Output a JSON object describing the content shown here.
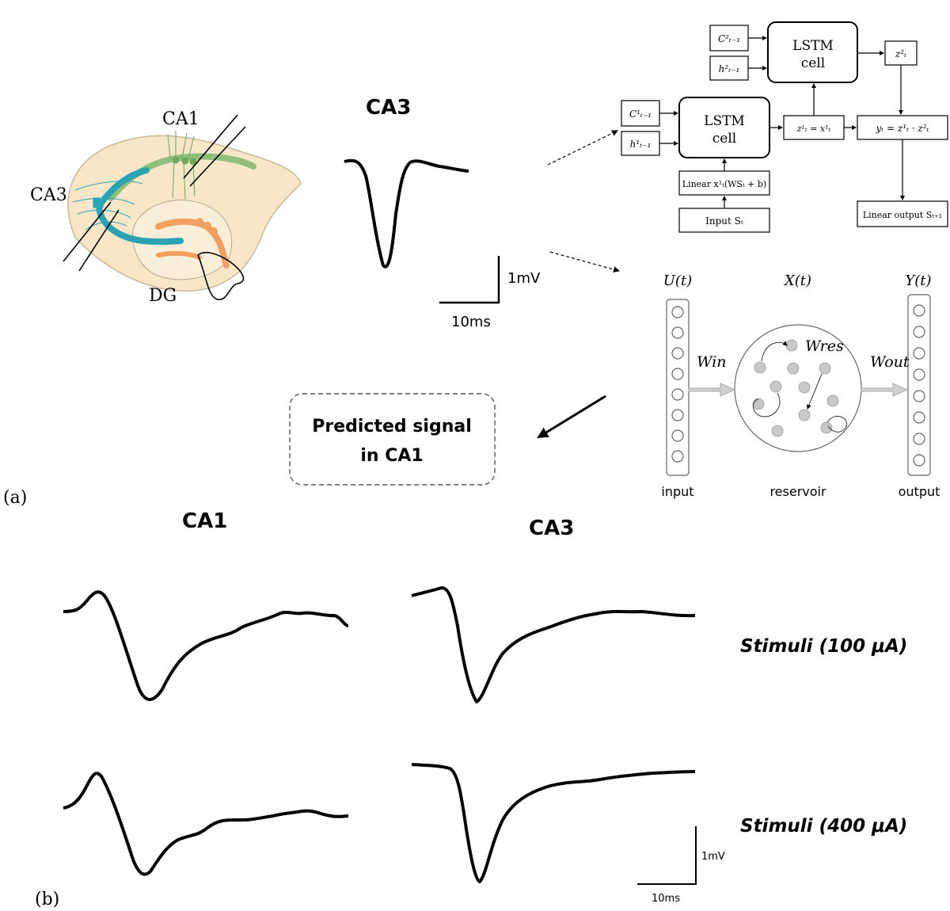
{
  "panel_a": {
    "label": "(a)",
    "anatomy": {
      "ca1_label": "CA1",
      "ca3_label": "CA3",
      "dg_label": "DG",
      "colors": {
        "tissue": "#f7e6c8",
        "ca1": "#8fbf7a",
        "ca3": "#2aa3b5",
        "dg": "#f0a060"
      }
    },
    "ca3_trace_title": "CA3",
    "scale_bar": {
      "voltage": "1mV",
      "time": "10ms"
    },
    "predicted_box": {
      "line1": "Predicted signal",
      "line2": "in CA1"
    },
    "lstm": {
      "cell_top": {
        "line1": "LSTM",
        "line2": "cell"
      },
      "cell_bottom": {
        "line1": "LSTM",
        "line2": "cell"
      },
      "c2": "C²ₜ₋₁",
      "h2": "h²ₜ₋₁",
      "c1": "C¹ₜ₋₁",
      "h1": "h¹ₜ₋₁",
      "z2": "z²ₜ",
      "z1eq": "z¹ₜ = x¹ₜ",
      "yt": "yₜ = z¹ₜ · z²ₜ",
      "linear_in": "Linear x¹ₜ(WSₜ + b)",
      "input": "Input Sₜ",
      "linear_out": "Linear output Sₜ₊₁"
    },
    "esn": {
      "u": "U(t)",
      "x": "X(t)",
      "y": "Y(t)",
      "w_in": "Win",
      "w_res": "Wres",
      "w_out": "Wout",
      "input_label": "input",
      "reservoir_label": "reservoir",
      "output_label": "output"
    }
  },
  "panel_b": {
    "label": "(b)",
    "col_ca1": "CA1",
    "col_ca3": "CA3",
    "row1_label": "Stimuli (100 μA)",
    "row2_label": "Stimuli (400 μA)",
    "scale_bar": {
      "voltage": "1mV",
      "time": "10ms"
    }
  }
}
